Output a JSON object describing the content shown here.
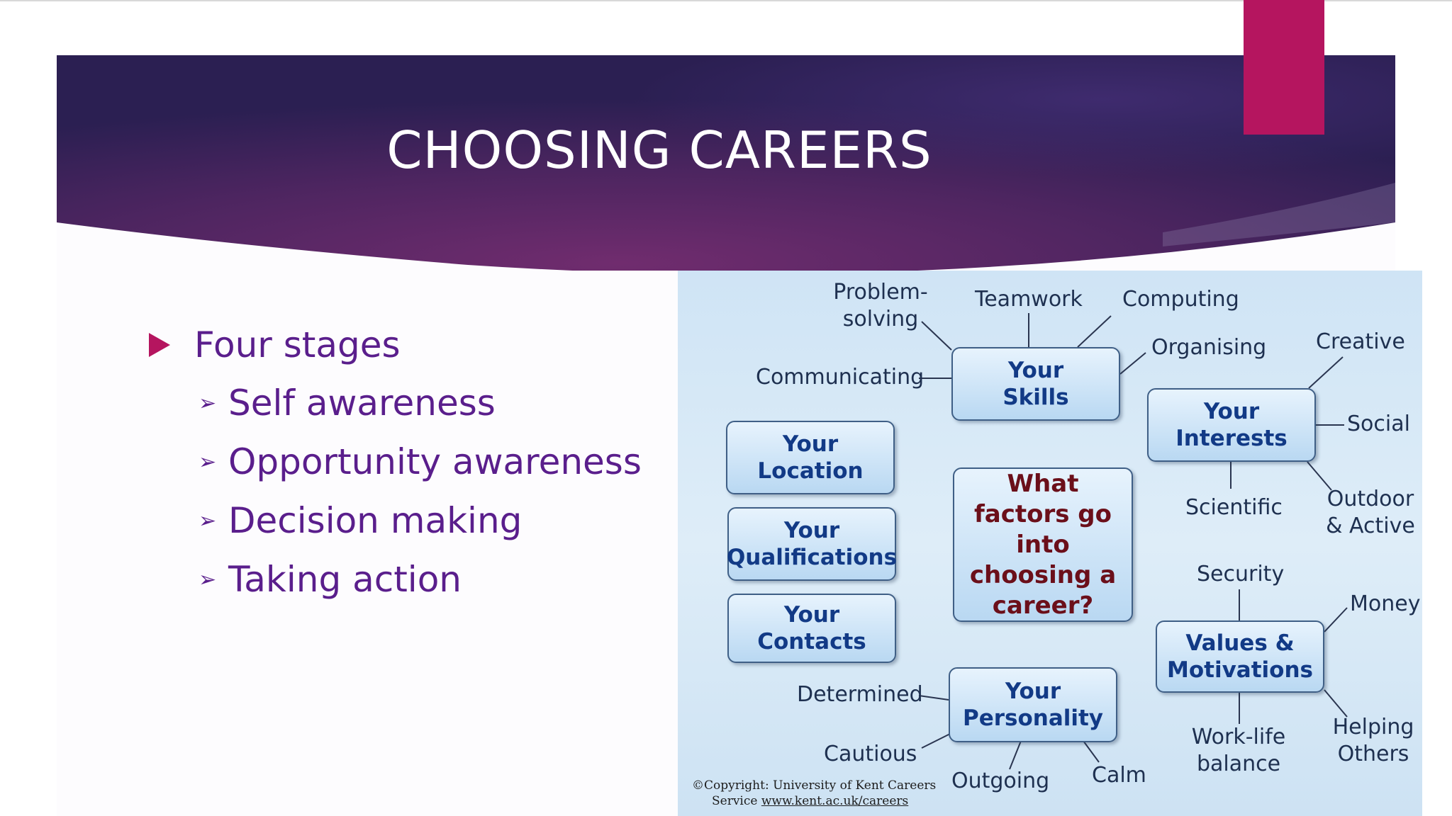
{
  "slide": {
    "title": "CHOOSING CAREERS",
    "accent_color": "#b5155f",
    "banner_colors": [
      "#2f1f55",
      "#6a2a6c",
      "#3a1f58"
    ],
    "bullets": {
      "main": "Four stages",
      "sub": [
        "Self awareness",
        "Opportunity awareness",
        "Decision making",
        "Taking action"
      ]
    }
  },
  "diagram": {
    "center": "What factors go into choosing a career?",
    "boxes": {
      "skills": "Your Skills",
      "interests": "Your Interests",
      "location": "Your Location",
      "qualifications": "Your Qualifications",
      "contacts": "Your Contacts",
      "values": "Values & Motivations",
      "personality": "Your Personality"
    },
    "labels": {
      "problem_solving": "Problem- solving",
      "teamwork": "Teamwork",
      "computing": "Computing",
      "organising": "Organising",
      "communicating": "Communicating",
      "creative": "Creative",
      "social": "Social",
      "scientific": "Scientific",
      "outdoor": "Outdoor & Active",
      "security": "Security",
      "money": "Money",
      "work_life": "Work-life balance",
      "helping": "Helping Others",
      "determined": "Determined",
      "cautious": "Cautious",
      "outgoing": "Outgoing",
      "calm": "Calm"
    },
    "copyright_line1": "©Copyright: University of Kent Careers",
    "copyright_line2_prefix": "Service ",
    "copyright_link": "www.kent.ac.uk/careers"
  }
}
